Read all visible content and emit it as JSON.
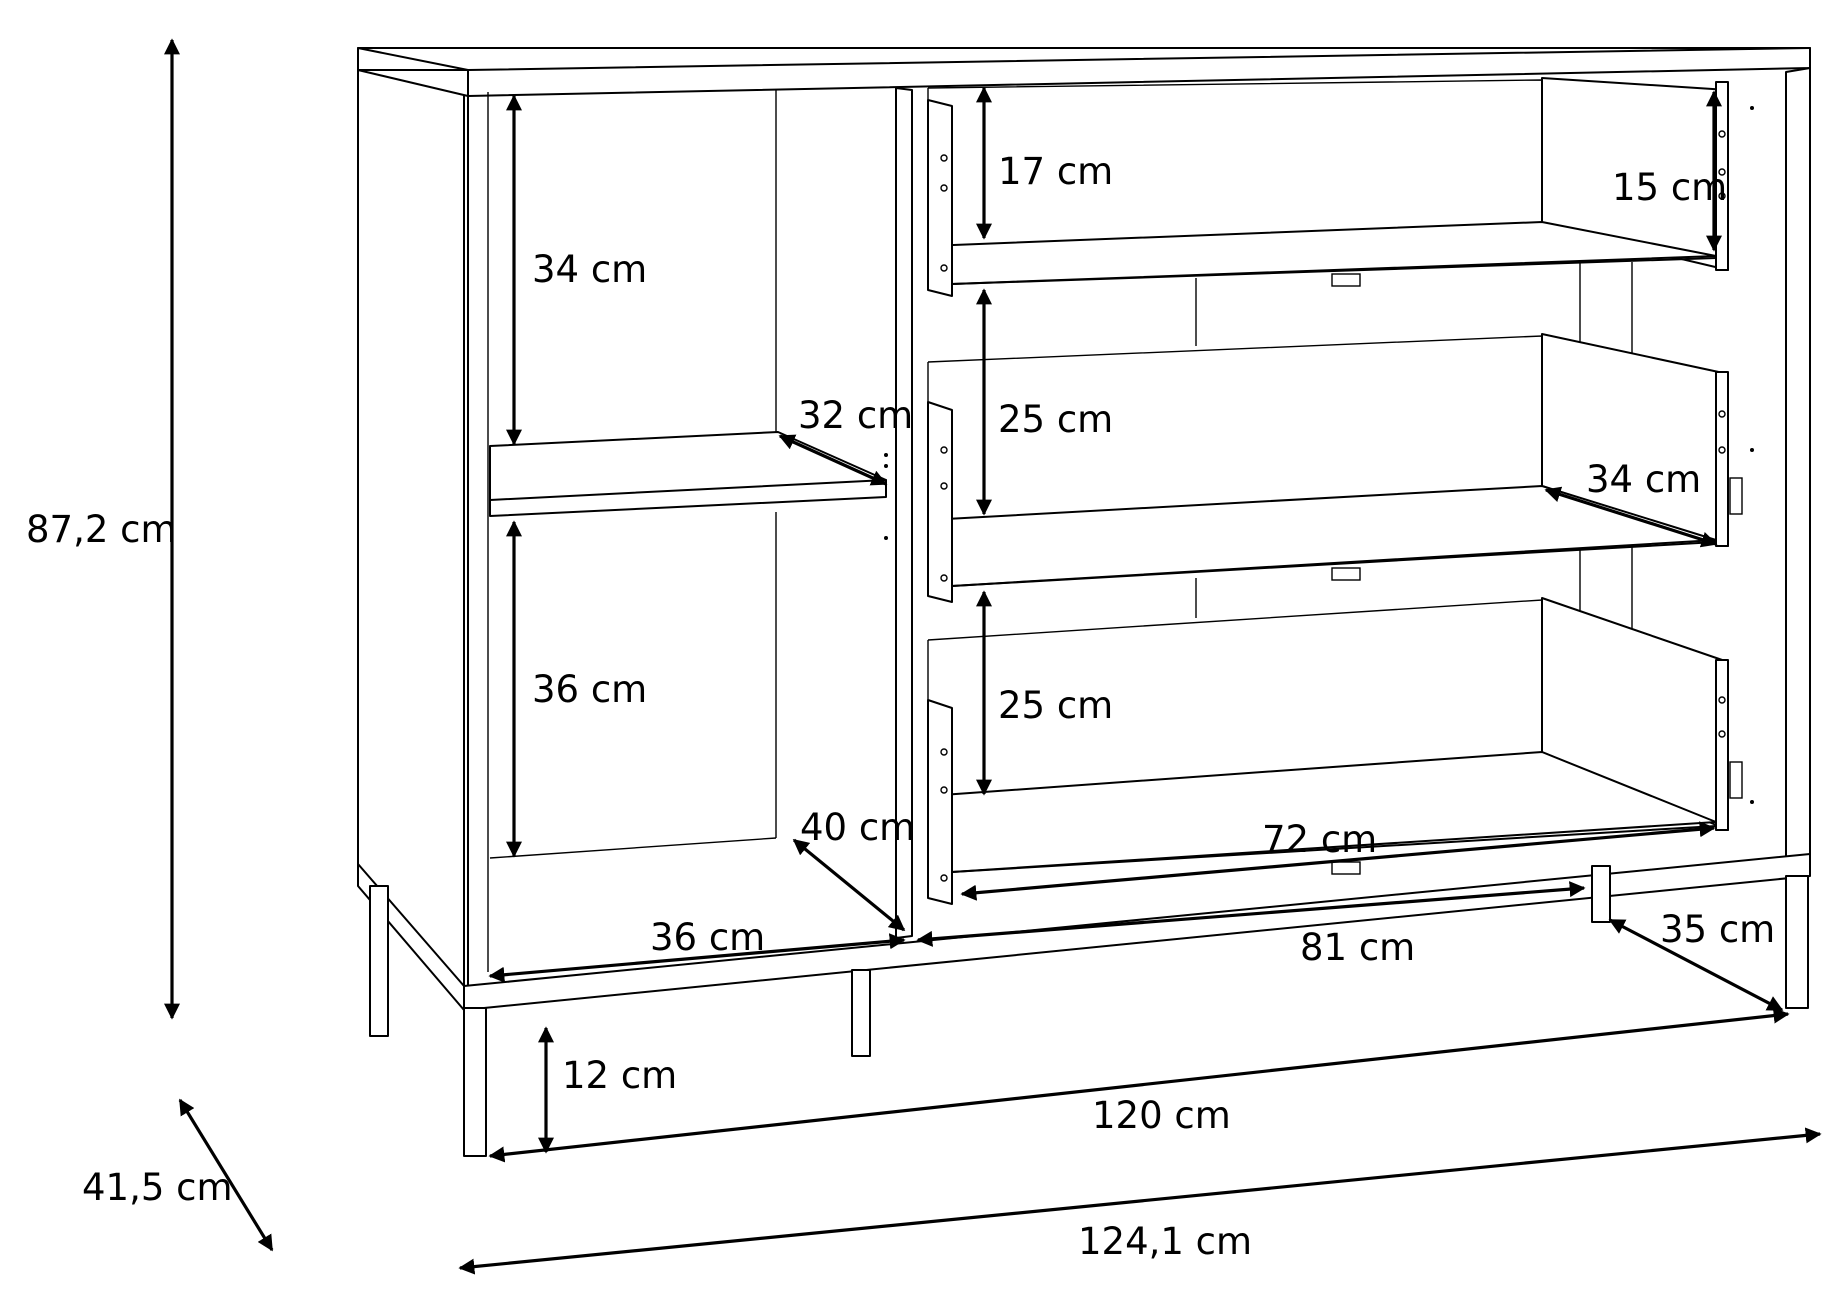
{
  "diagram": {
    "dimensions": {
      "total_height": "87,2 cm",
      "depth": "41,5 cm",
      "overall_width": "124,1 cm",
      "body_width": "120 cm",
      "leg_height": "12 cm",
      "upper_shelf_height": "34 cm",
      "lower_shelf_height": "36 cm",
      "shelf_depth": "32 cm",
      "compartment_depth": "40 cm",
      "compartment_width": "36 cm",
      "drawer_section_width": "81 cm",
      "top_drawer_height": "17 cm",
      "top_drawer_inner_height": "15 cm",
      "middle_drawer_height": "25 cm",
      "bottom_drawer_height": "25 cm",
      "drawer_depth": "34 cm",
      "drawer_width": "72 cm",
      "base_depth": "35 cm"
    }
  }
}
